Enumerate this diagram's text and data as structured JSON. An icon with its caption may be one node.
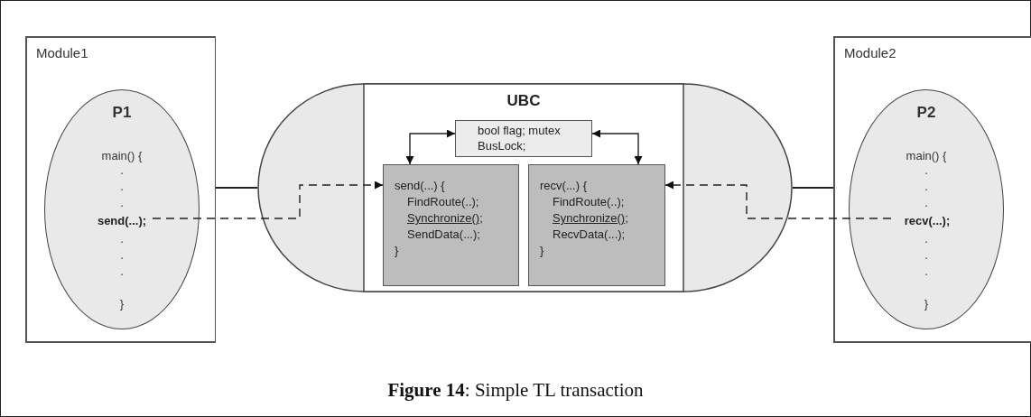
{
  "diagram": {
    "caption": "**Figure 14**: Simple TL transaction",
    "nodes": [
      {
        "text": [
          "Module1"
        ]
      },
      {
        "text": [
          "P1",
          "main() {",
          ".",
          ".",
          ".",
          ".",
          ".",
          ".",
          "}"
        ],
        "in": 0
      },
      {
        "text": [
          "send(...);"
        ],
        "in": 1
      },
      {
        "text": [
          "UBC"
        ]
      },
      {
        "text": [
          "bool flag; mutex BusLock;"
        ],
        "in": 3
      },
      {
        "text": [
          "send(...) {",
          "FindRoute(..);",
          "Synchronize();",
          "SendData(...);",
          "}"
        ],
        "in": 3
      },
      {
        "text": [
          "recv(...) {",
          "FindRoute(..);",
          "Synchronize();",
          "RecvData(...);",
          "}"
        ],
        "in": 3
      },
      {
        "text": [
          "Module2"
        ]
      },
      {
        "text": [
          "P2",
          "main() {",
          ".",
          ".",
          ".",
          ".",
          ".",
          ".",
          "}"
        ],
        "in": 7
      },
      {
        "text": [
          "recv(...);"
        ],
        "in": 8
      }
    ],
    "edges": [
      {
        "from": 0,
        "to": 3,
        "arrow": "none"
      },
      {
        "from": 7,
        "to": 3,
        "arrow": "none"
      },
      {
        "from": 4,
        "to": 5,
        "arrow": "both"
      },
      {
        "from": 4,
        "to": 6,
        "arrow": "both"
      },
      {
        "from": 2,
        "to": 5,
        "arrow": "to",
        "style": "dashed"
      },
      {
        "from": 9,
        "to": 6,
        "arrow": "to",
        "style": "dashed"
      }
    ]
  }
}
